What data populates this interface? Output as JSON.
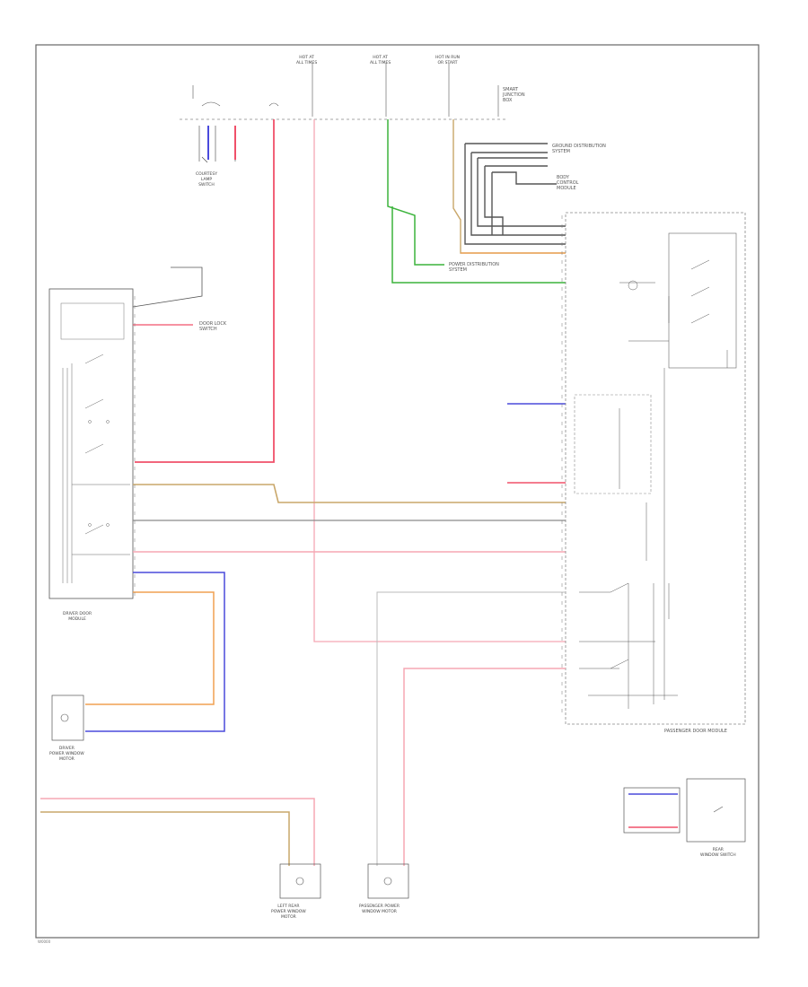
{
  "diagram_id": "W0000",
  "colors": {
    "red": "#f0506a",
    "pink": "#f5a7b4",
    "tan": "#c9a76a",
    "orange": "#f0a050",
    "blue": "#4a4adc",
    "green": "#3cb43c",
    "gray": "#8a8a8a",
    "black": "#333333",
    "frame": "#666666"
  },
  "components": [
    {
      "name": "hot-at-all-times-1",
      "label": "HOT AT\nALL TIMES"
    },
    {
      "name": "hot-at-all-times-2",
      "label": "HOT AT\nALL TIMES"
    },
    {
      "name": "hot-in-run-start",
      "label": "HOT IN RUN\nOR START"
    },
    {
      "name": "smart-junction-box",
      "label": "SMART\nJUNCTION\nBOX"
    },
    {
      "name": "courtesy-lamp-switch",
      "label": "COURTESY\nLAMP\nSWITCH"
    },
    {
      "name": "driver-door-module",
      "label": "DRIVER DOOR\nMODULE"
    },
    {
      "name": "passenger-door-module",
      "label": "PASSENGER DOOR MODULE"
    },
    {
      "name": "driver-power-window-motor",
      "label": "DRIVER\nPOWER WINDOW\nMOTOR"
    },
    {
      "name": "left-rear-power-window-motor",
      "label": "LEFT REAR\nPOWER WINDOW\nMOTOR"
    },
    {
      "name": "passenger-power-window-motor",
      "label": "PASSENGER POWER\nWINDOW MOTOR"
    },
    {
      "name": "power-distribution",
      "label": "POWER DISTRIBUTION\nSYSTEM"
    },
    {
      "name": "ground-distribution",
      "label": "GROUND DISTRIBUTION\nSYSTEM"
    },
    {
      "name": "body-control-module",
      "label": "BODY\nCONTROL\nMODULE"
    },
    {
      "name": "rear-window-switch",
      "label": "REAR\nWINDOW SWITCH"
    },
    {
      "name": "driver-lock-switch",
      "label": "DOOR LOCK\nSWITCH"
    }
  ]
}
